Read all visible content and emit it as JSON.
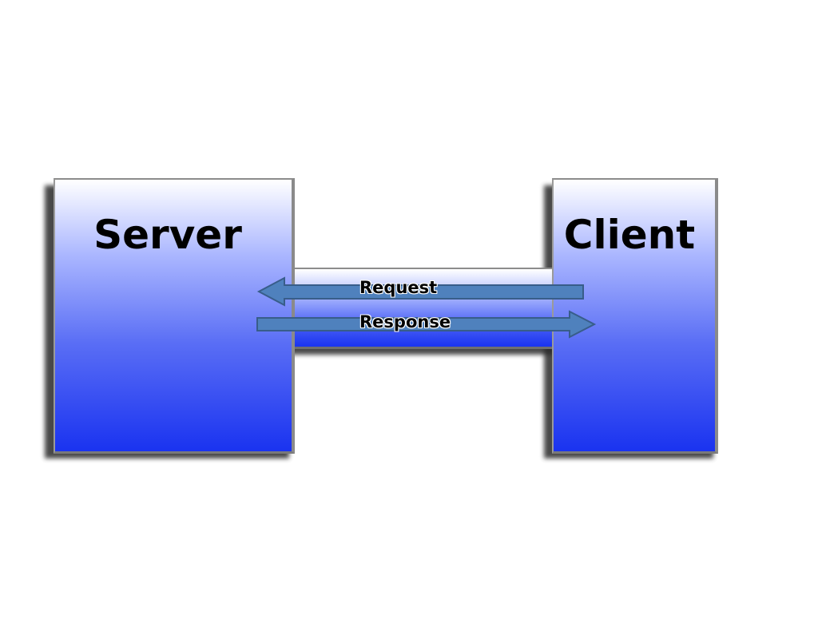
{
  "diagram": {
    "server": {
      "label": "Server"
    },
    "client": {
      "label": "Client"
    },
    "arrows": {
      "request": {
        "label": "Request",
        "direction": "client-to-server"
      },
      "response": {
        "label": "Response",
        "direction": "server-to-client"
      }
    },
    "colors": {
      "box_gradient_top": "#ffffff",
      "box_gradient_bottom": "#1a33f0",
      "arrow_fill": "#4f81bd",
      "arrow_stroke": "#385d8a",
      "shadow": "#2a2a2a"
    }
  }
}
